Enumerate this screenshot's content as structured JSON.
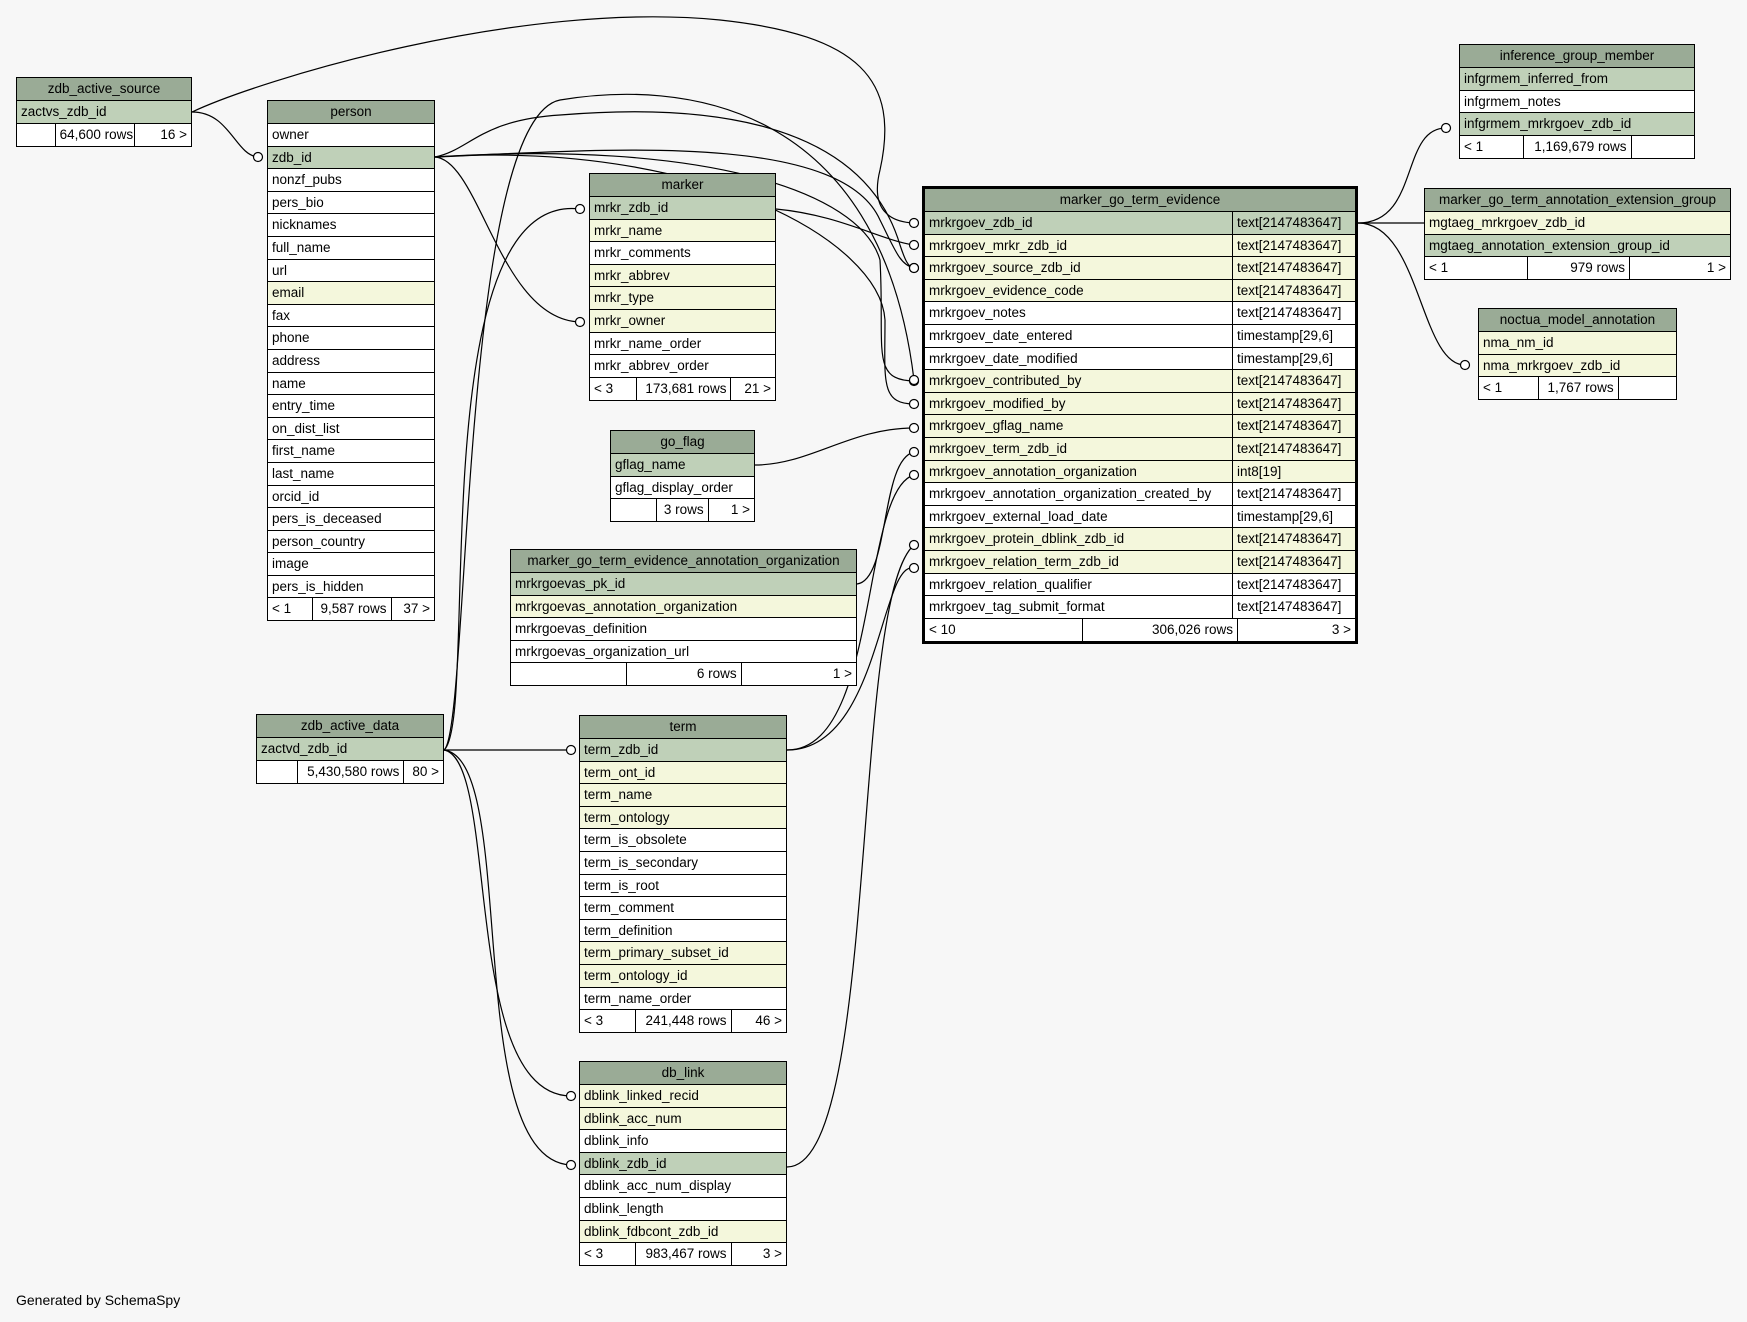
{
  "footer": "Generated by SchemaSpy",
  "tables": {
    "zdb_active_source": {
      "name": "zdb_active_source",
      "columns": [
        {
          "name": "zactvs_zdb_id",
          "kind": "pk"
        }
      ],
      "footer": [
        "",
        "64,600 rows",
        "16 >"
      ]
    },
    "person": {
      "name": "person",
      "columns": [
        {
          "name": "owner",
          "kind": "plain"
        },
        {
          "name": "zdb_id",
          "kind": "pk"
        },
        {
          "name": "nonzf_pubs",
          "kind": "plain"
        },
        {
          "name": "pers_bio",
          "kind": "plain"
        },
        {
          "name": "nicknames",
          "kind": "plain"
        },
        {
          "name": "full_name",
          "kind": "plain"
        },
        {
          "name": "url",
          "kind": "plain"
        },
        {
          "name": "email",
          "kind": "fk"
        },
        {
          "name": "fax",
          "kind": "plain"
        },
        {
          "name": "phone",
          "kind": "plain"
        },
        {
          "name": "address",
          "kind": "plain"
        },
        {
          "name": "name",
          "kind": "plain"
        },
        {
          "name": "entry_time",
          "kind": "plain"
        },
        {
          "name": "on_dist_list",
          "kind": "plain"
        },
        {
          "name": "first_name",
          "kind": "plain"
        },
        {
          "name": "last_name",
          "kind": "plain"
        },
        {
          "name": "orcid_id",
          "kind": "plain"
        },
        {
          "name": "pers_is_deceased",
          "kind": "plain"
        },
        {
          "name": "person_country",
          "kind": "plain"
        },
        {
          "name": "image",
          "kind": "plain"
        },
        {
          "name": "pers_is_hidden",
          "kind": "plain"
        }
      ],
      "footer": [
        "< 1",
        "9,587 rows",
        "37 >"
      ]
    },
    "marker": {
      "name": "marker",
      "columns": [
        {
          "name": "mrkr_zdb_id",
          "kind": "pk"
        },
        {
          "name": "mrkr_name",
          "kind": "fk"
        },
        {
          "name": "mrkr_comments",
          "kind": "plain"
        },
        {
          "name": "mrkr_abbrev",
          "kind": "fk"
        },
        {
          "name": "mrkr_type",
          "kind": "fk"
        },
        {
          "name": "mrkr_owner",
          "kind": "fk"
        },
        {
          "name": "mrkr_name_order",
          "kind": "plain"
        },
        {
          "name": "mrkr_abbrev_order",
          "kind": "plain"
        }
      ],
      "footer": [
        "< 3",
        "173,681 rows",
        "21 >"
      ]
    },
    "go_flag": {
      "name": "go_flag",
      "columns": [
        {
          "name": "gflag_name",
          "kind": "pk"
        },
        {
          "name": "gflag_display_order",
          "kind": "plain"
        }
      ],
      "footer": [
        "",
        "3 rows",
        "1 >"
      ]
    },
    "mgtea_org": {
      "name": "marker_go_term_evidence_annotation_organization",
      "columns": [
        {
          "name": "mrkrgoevas_pk_id",
          "kind": "pk"
        },
        {
          "name": "mrkrgoevas_annotation_organization",
          "kind": "fk"
        },
        {
          "name": "mrkrgoevas_definition",
          "kind": "plain"
        },
        {
          "name": "mrkrgoevas_organization_url",
          "kind": "plain"
        }
      ],
      "footer": [
        "",
        "6 rows",
        "1 >"
      ]
    },
    "zdb_active_data": {
      "name": "zdb_active_data",
      "columns": [
        {
          "name": "zactvd_zdb_id",
          "kind": "pk"
        }
      ],
      "footer": [
        "",
        "5,430,580 rows",
        "80 >"
      ]
    },
    "term": {
      "name": "term",
      "columns": [
        {
          "name": "term_zdb_id",
          "kind": "pk"
        },
        {
          "name": "term_ont_id",
          "kind": "fk"
        },
        {
          "name": "term_name",
          "kind": "fk"
        },
        {
          "name": "term_ontology",
          "kind": "fk"
        },
        {
          "name": "term_is_obsolete",
          "kind": "plain"
        },
        {
          "name": "term_is_secondary",
          "kind": "plain"
        },
        {
          "name": "term_is_root",
          "kind": "plain"
        },
        {
          "name": "term_comment",
          "kind": "plain"
        },
        {
          "name": "term_definition",
          "kind": "plain"
        },
        {
          "name": "term_primary_subset_id",
          "kind": "fk"
        },
        {
          "name": "term_ontology_id",
          "kind": "fk"
        },
        {
          "name": "term_name_order",
          "kind": "plain"
        }
      ],
      "footer": [
        "< 3",
        "241,448 rows",
        "46 >"
      ]
    },
    "db_link": {
      "name": "db_link",
      "columns": [
        {
          "name": "dblink_linked_recid",
          "kind": "fk"
        },
        {
          "name": "dblink_acc_num",
          "kind": "fk"
        },
        {
          "name": "dblink_info",
          "kind": "plain"
        },
        {
          "name": "dblink_zdb_id",
          "kind": "pk"
        },
        {
          "name": "dblink_acc_num_display",
          "kind": "plain"
        },
        {
          "name": "dblink_length",
          "kind": "plain"
        },
        {
          "name": "dblink_fdbcont_zdb_id",
          "kind": "fk"
        }
      ],
      "footer": [
        "< 3",
        "983,467 rows",
        "3 >"
      ]
    },
    "mgte": {
      "name": "marker_go_term_evidence",
      "columns": [
        {
          "name": "mrkrgoev_zdb_id",
          "type": "text[2147483647]",
          "kind": "pk"
        },
        {
          "name": "mrkrgoev_mrkr_zdb_id",
          "type": "text[2147483647]",
          "kind": "fk"
        },
        {
          "name": "mrkrgoev_source_zdb_id",
          "type": "text[2147483647]",
          "kind": "fk"
        },
        {
          "name": "mrkrgoev_evidence_code",
          "type": "text[2147483647]",
          "kind": "fk"
        },
        {
          "name": "mrkrgoev_notes",
          "type": "text[2147483647]",
          "kind": "plain"
        },
        {
          "name": "mrkrgoev_date_entered",
          "type": "timestamp[29,6]",
          "kind": "plain"
        },
        {
          "name": "mrkrgoev_date_modified",
          "type": "timestamp[29,6]",
          "kind": "plain"
        },
        {
          "name": "mrkrgoev_contributed_by",
          "type": "text[2147483647]",
          "kind": "fk"
        },
        {
          "name": "mrkrgoev_modified_by",
          "type": "text[2147483647]",
          "kind": "fk"
        },
        {
          "name": "mrkrgoev_gflag_name",
          "type": "text[2147483647]",
          "kind": "fk"
        },
        {
          "name": "mrkrgoev_term_zdb_id",
          "type": "text[2147483647]",
          "kind": "fk"
        },
        {
          "name": "mrkrgoev_annotation_organization",
          "type": "int8[19]",
          "kind": "fk"
        },
        {
          "name": "mrkrgoev_annotation_organization_created_by",
          "type": "text[2147483647]",
          "kind": "plain"
        },
        {
          "name": "mrkrgoev_external_load_date",
          "type": "timestamp[29,6]",
          "kind": "plain"
        },
        {
          "name": "mrkrgoev_protein_dblink_zdb_id",
          "type": "text[2147483647]",
          "kind": "fk"
        },
        {
          "name": "mrkrgoev_relation_term_zdb_id",
          "type": "text[2147483647]",
          "kind": "fk"
        },
        {
          "name": "mrkrgoev_relation_qualifier",
          "type": "text[2147483647]",
          "kind": "plain"
        },
        {
          "name": "mrkrgoev_tag_submit_format",
          "type": "text[2147483647]",
          "kind": "plain"
        }
      ],
      "footer": [
        "< 10",
        "306,026 rows",
        "3 >"
      ]
    },
    "igm": {
      "name": "inference_group_member",
      "columns": [
        {
          "name": "infgrmem_inferred_from",
          "kind": "pk"
        },
        {
          "name": "infgrmem_notes",
          "kind": "plain"
        },
        {
          "name": "infgrmem_mrkrgoev_zdb_id",
          "kind": "pk"
        }
      ],
      "footer": [
        "< 1",
        "1,169,679 rows",
        ""
      ]
    },
    "mgtaeg": {
      "name": "marker_go_term_annotation_extension_group",
      "columns": [
        {
          "name": "mgtaeg_mrkrgoev_zdb_id",
          "kind": "fk"
        },
        {
          "name": "mgtaeg_annotation_extension_group_id",
          "kind": "pk"
        }
      ],
      "footer": [
        "< 1",
        "979 rows",
        "1 >"
      ]
    },
    "nma": {
      "name": "noctua_model_annotation",
      "columns": [
        {
          "name": "nma_nm_id",
          "kind": "fk"
        },
        {
          "name": "nma_mrkrgoev_zdb_id",
          "kind": "fk"
        }
      ],
      "footer": [
        "< 1",
        "1,767 rows",
        ""
      ]
    }
  }
}
